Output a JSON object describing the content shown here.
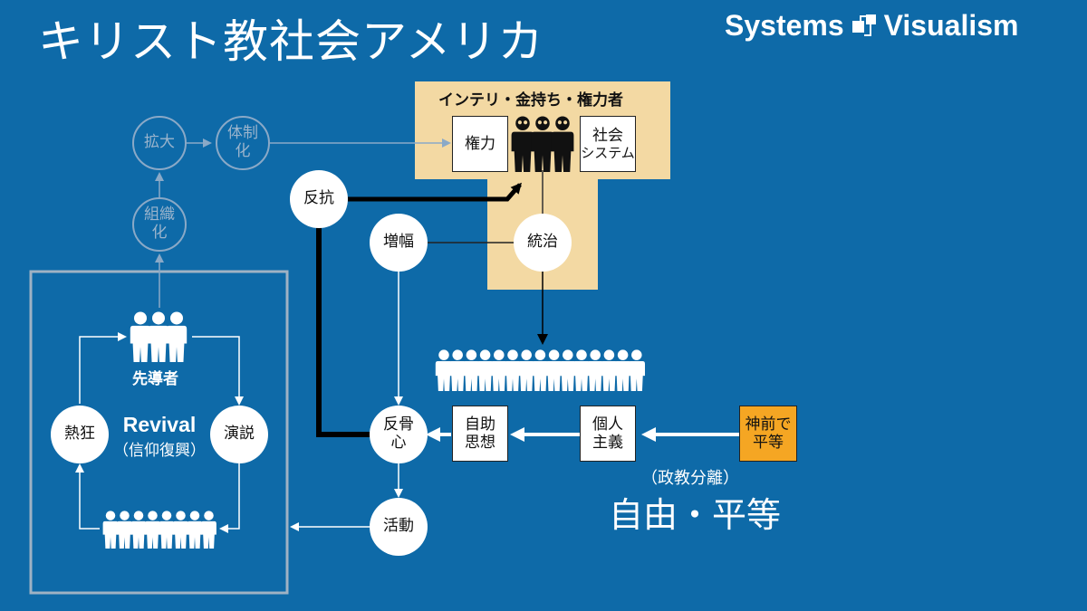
{
  "title": "キリスト教社会アメリカ",
  "logo": {
    "left": "Systems",
    "right": "Visualism"
  },
  "elite_panel": {
    "label": "インテリ・金持ち・権力者",
    "power_box": "権力",
    "system_box_line1": "社会",
    "system_box_line2": "システム"
  },
  "nodes": {
    "expand": "拡大",
    "institution_1": "体制",
    "institution_2": "化",
    "organize_1": "組織",
    "organize_2": "化",
    "resist": "反抗",
    "amplify": "増幅",
    "govern": "統治",
    "defiance_1": "反骨",
    "defiance_2": "心",
    "activity": "活動",
    "fervor": "熱狂",
    "speech": "演説"
  },
  "revival": {
    "leader_label": "先導者",
    "title": "Revival",
    "subtitle": "（信仰復興）"
  },
  "idea_boxes": {
    "self_help_1": "自助",
    "self_help_2": "思想",
    "individualism_1": "個人",
    "individualism_2": "主義",
    "equal_before_god_1": "神前で",
    "equal_before_god_2": "平等"
  },
  "captions": {
    "separation": "（政教分離）",
    "freedom_equality": "自由・平等"
  },
  "colors": {
    "background": "#0e6aa8",
    "panel": "#f3d9a3",
    "highlight": "#f5a623",
    "faded": "#8aa9c7"
  }
}
